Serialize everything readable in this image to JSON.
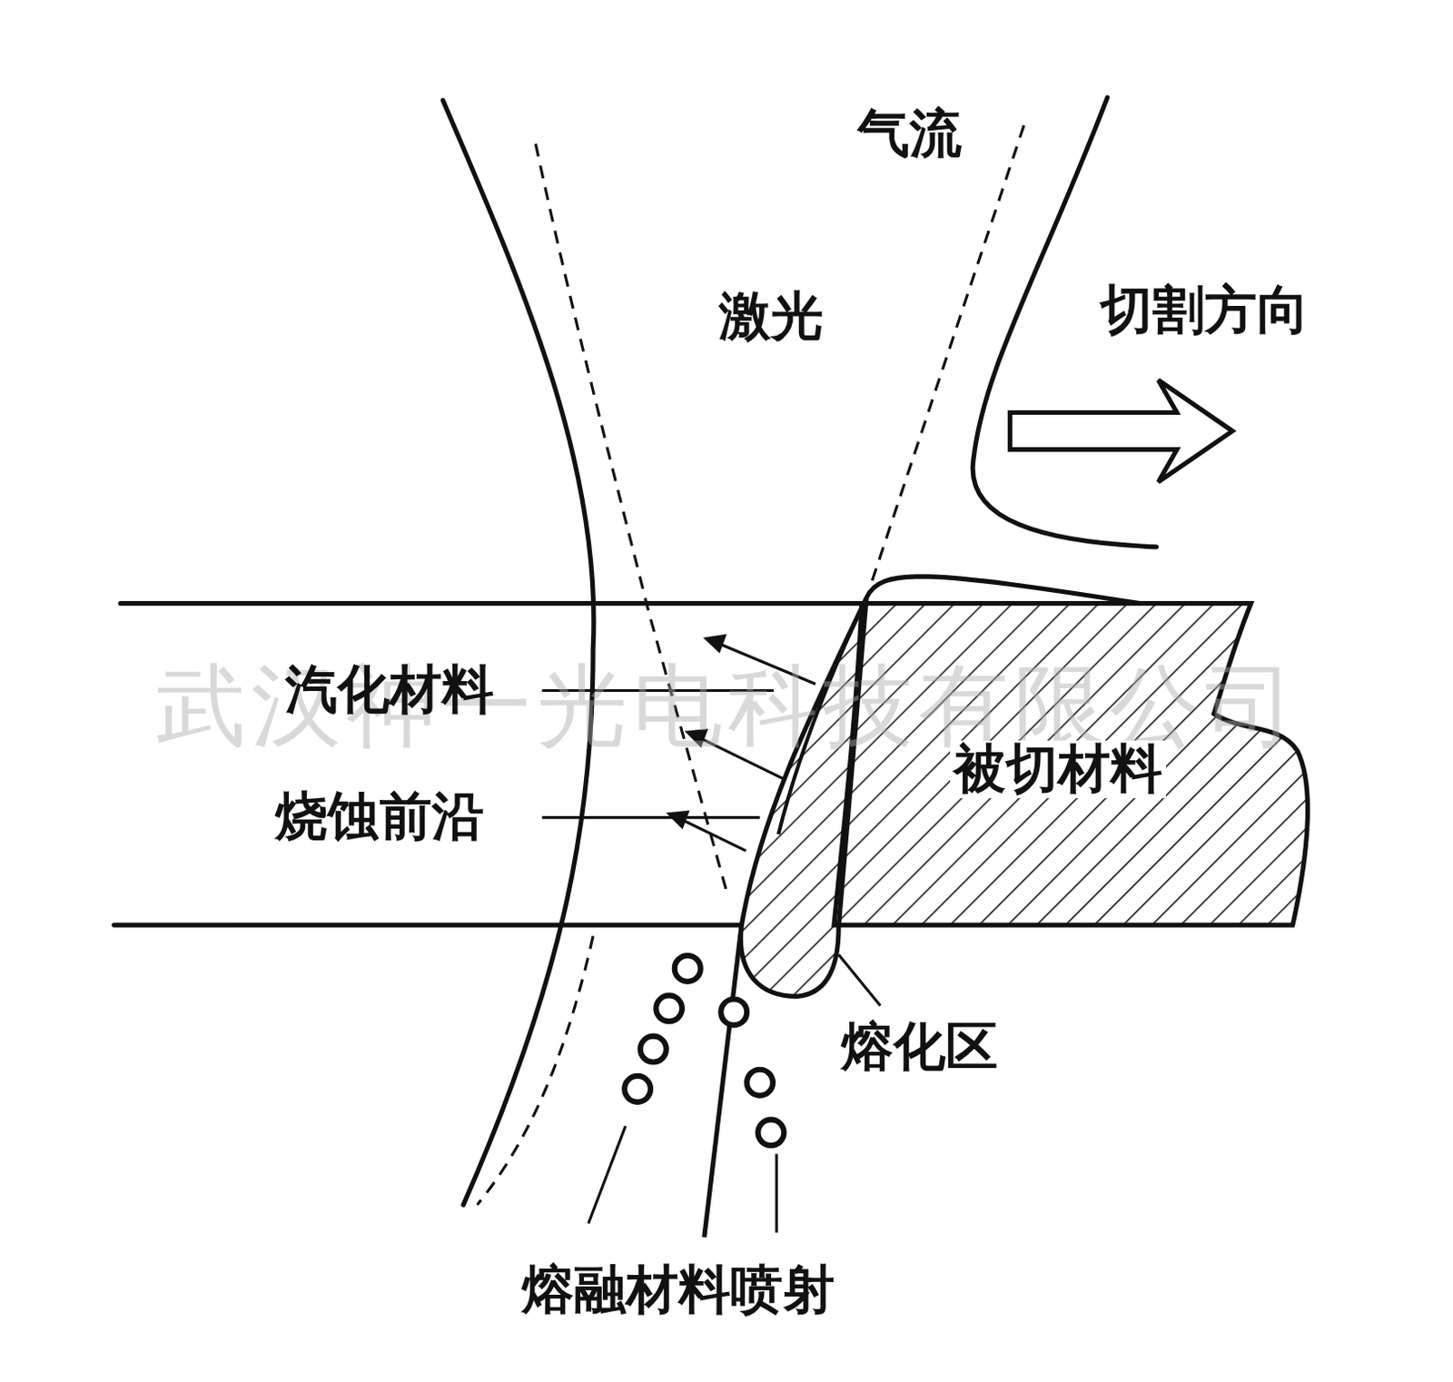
{
  "diagram": {
    "labels": [
      "武汉神一光电科技有限公司",
      "气流",
      "激光",
      "切割方向",
      "汽化材料",
      "烧蚀前沿",
      "被切材料",
      "熔化区",
      "熔融材料喷射"
    ]
  }
}
